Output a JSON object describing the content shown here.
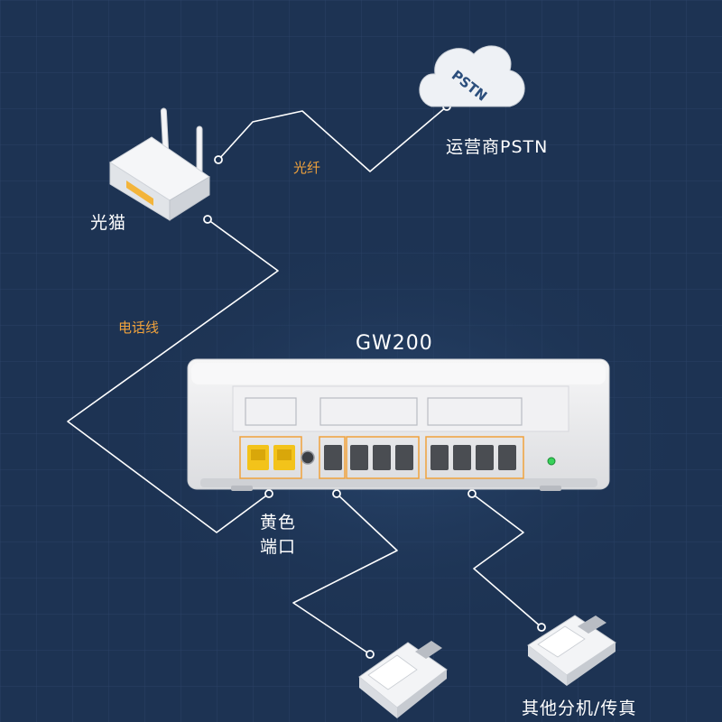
{
  "labels": {
    "pstn": "运营商PSTN",
    "pstn_cloud": "PSTN",
    "fiber": "光纤",
    "modem": "光猫",
    "phone_line": "电话线",
    "model": "GW200",
    "yellow_ports": "黄色端口",
    "extensions": "其他分机/传真"
  },
  "colors": {
    "background": "#1d3353",
    "accent_orange": "#f0a23c",
    "port_yellow": "#f3c31a",
    "port_gray": "#4a4d52",
    "device_body": "#ecedee",
    "status_led": "#38d25a"
  },
  "icons": {
    "pstn": "cloud-icon",
    "modem": "router-icon",
    "gateway": "voip-gateway-icon",
    "phone": "desk-phone-icon"
  }
}
